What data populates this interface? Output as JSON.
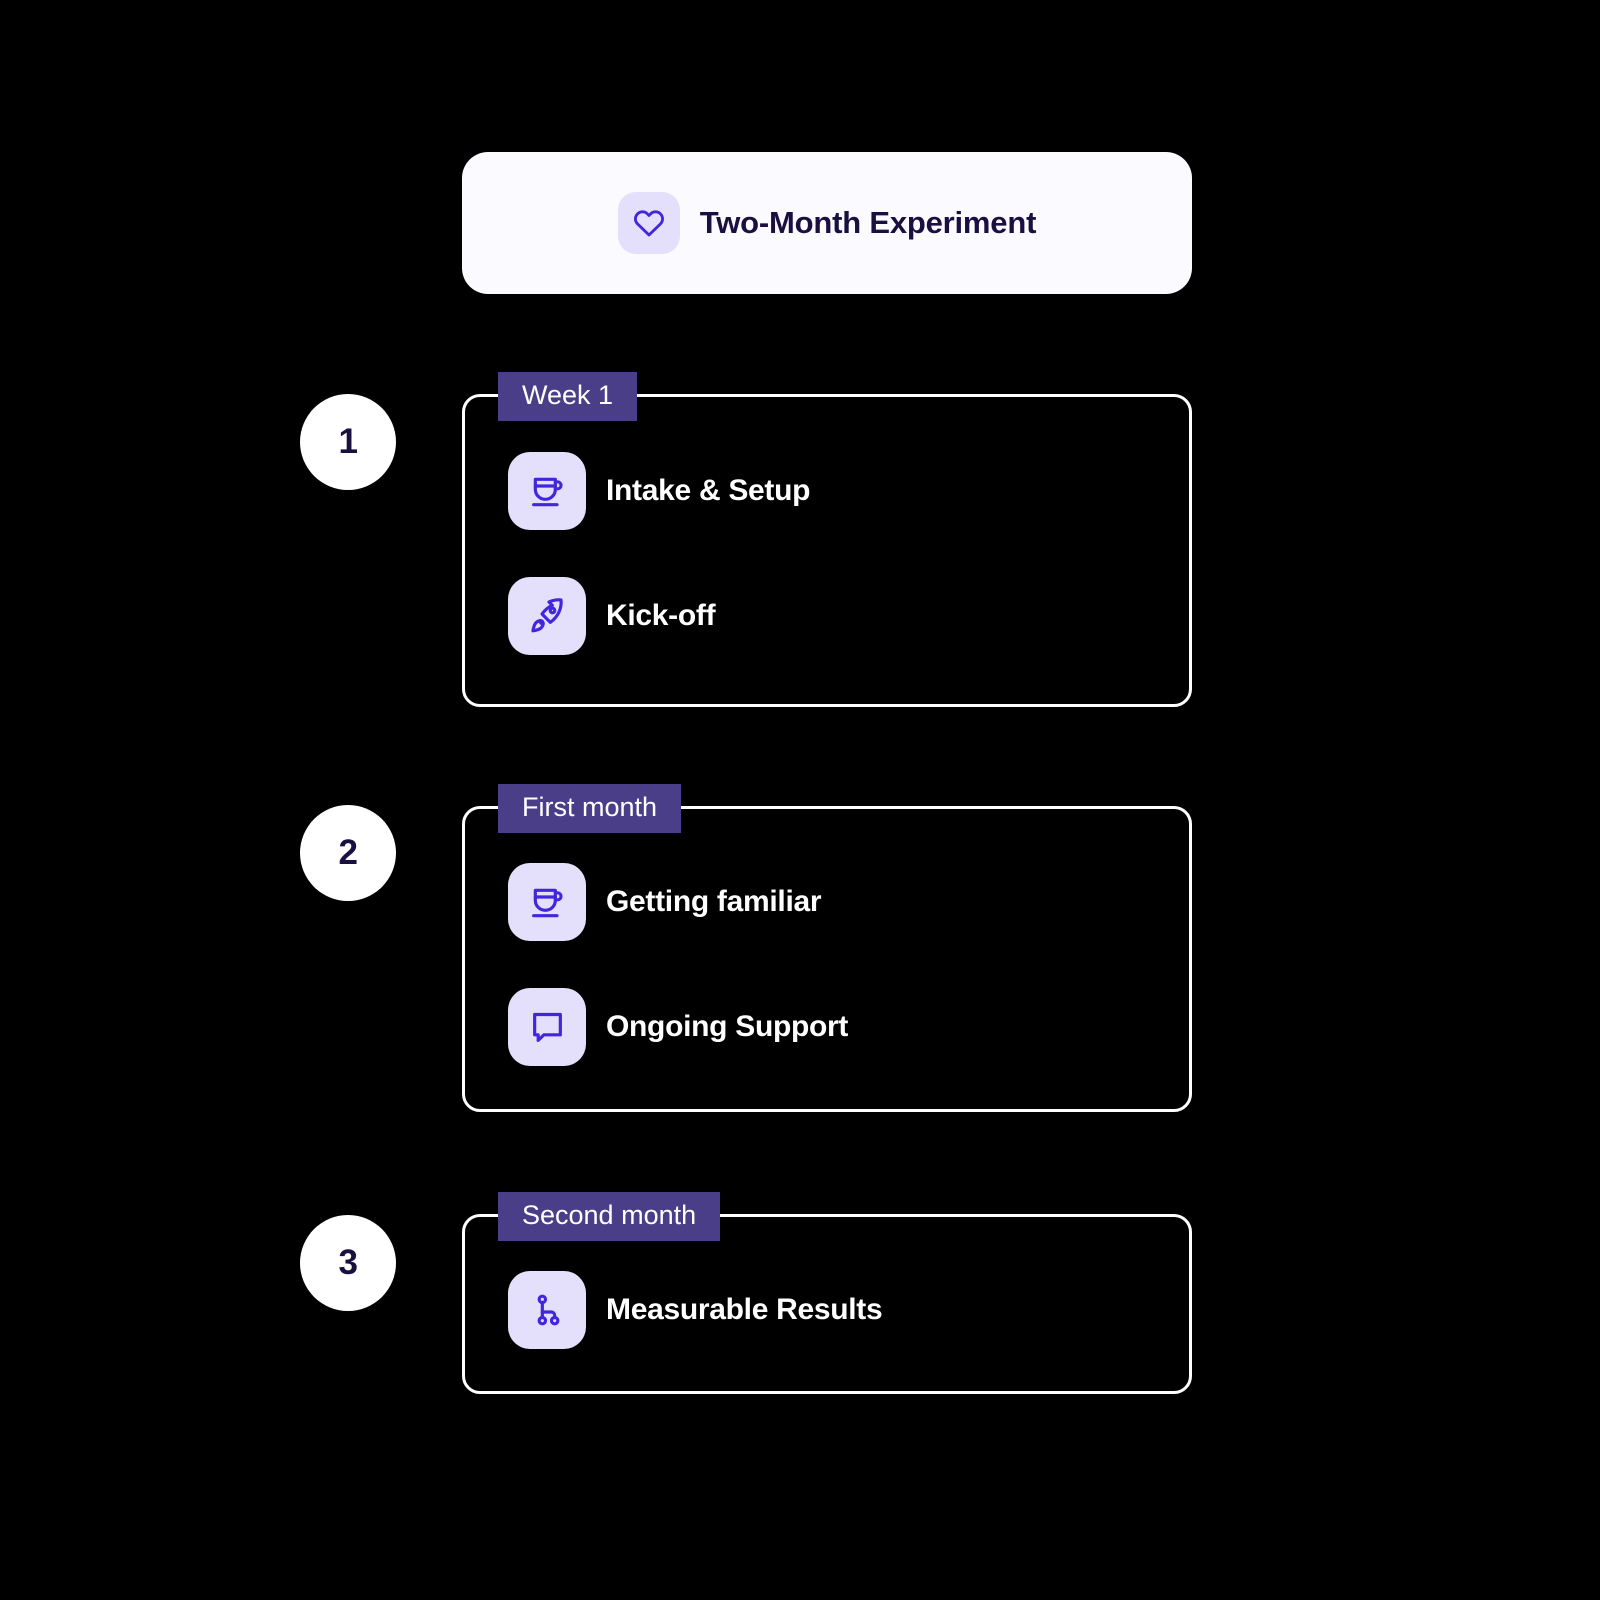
{
  "theme": {
    "background": "#000000",
    "card_border": "#ffffff",
    "tab_bg": "#4b3e88",
    "tab_text": "#ffffff",
    "badge_bg": "#e4dffb",
    "icon_stroke": "#4226dc",
    "header_bg": "#fbfaff",
    "header_text": "#1a1040",
    "step_number_color": "#1a1040",
    "label_text": "#ffffff"
  },
  "header": {
    "title": "Two-Month Experiment",
    "icon": "heart-icon"
  },
  "steps": [
    {
      "number": "1",
      "tab_label": "Week 1",
      "items": [
        {
          "label": "Intake & Setup",
          "icon": "coffee-cup-icon"
        },
        {
          "label": "Kick-off",
          "icon": "rocket-icon"
        }
      ]
    },
    {
      "number": "2",
      "tab_label": "First month",
      "items": [
        {
          "label": "Getting familiar",
          "icon": "coffee-cup-icon"
        },
        {
          "label": "Ongoing Support",
          "icon": "chat-bubble-icon"
        }
      ]
    },
    {
      "number": "3",
      "tab_label": "Second month",
      "items": [
        {
          "label": "Measurable Results",
          "icon": "git-branch-icon"
        }
      ]
    }
  ]
}
